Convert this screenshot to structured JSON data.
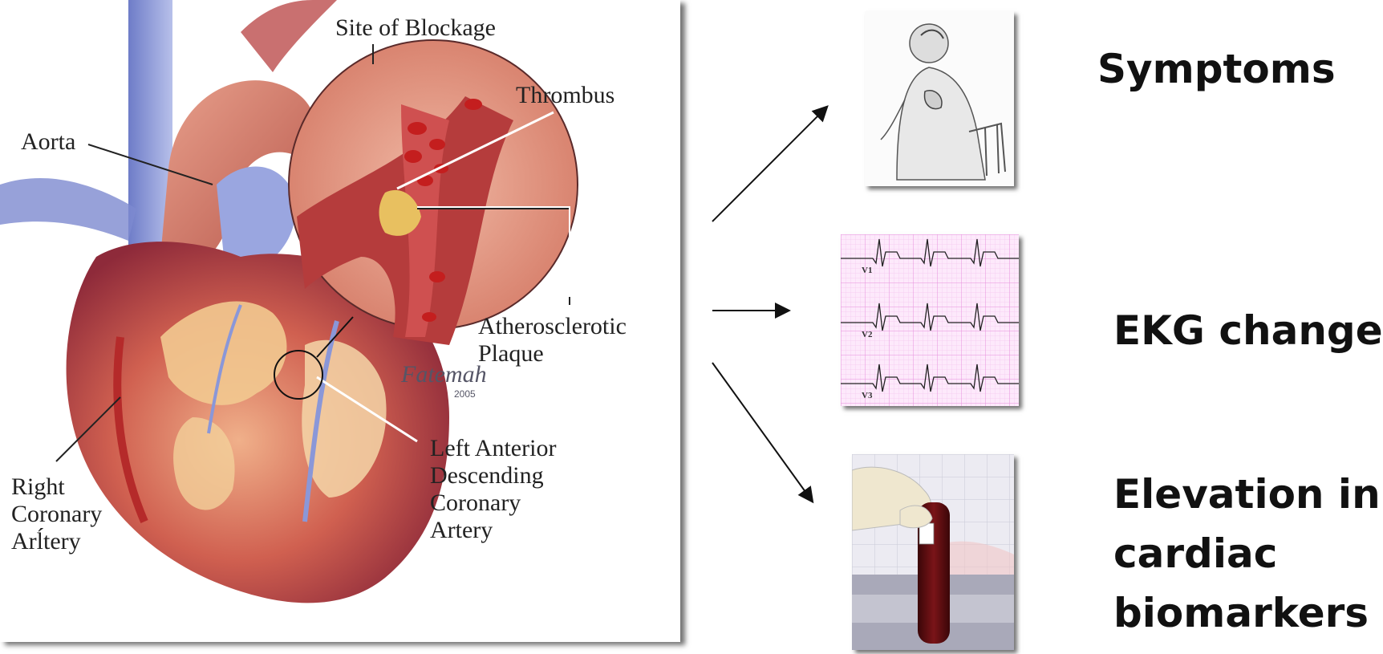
{
  "heart": {
    "labels": {
      "site_of_blockage": "Site of Blockage",
      "thrombus": "Thrombus",
      "aorta": "Aorta",
      "plaque_line1": "Atherosclerotic",
      "plaque_line2": "Plaque",
      "rca_line1": "Right",
      "rca_line2": "Coronary",
      "rca_line3": "Arĺtery",
      "lad_line1": "Left Anterior",
      "lad_line2": "Descending",
      "lad_line3": "Coronary",
      "lad_line4": "Artery"
    },
    "signature": "Fatemah",
    "signature_year": "2005",
    "colors": {
      "heart_base": "#c94848",
      "fat": "#f2c990",
      "vessel_blue": "#8f9ed6",
      "lumen": "#b33535",
      "blood_cell": "#c41e1e",
      "magnify_bg": "#e9a48f"
    }
  },
  "outcomes": {
    "symptoms": "Symptoms",
    "ekg": "EKG change",
    "biomarkers_line1": "Elevation in",
    "biomarkers_line2": "cardiac",
    "biomarkers_line3": "biomarkers"
  },
  "ekg": {
    "leads": [
      "V1",
      "V2",
      "V3"
    ],
    "grid_color": "#f3c7ef"
  },
  "icons": [
    "chest-pain-patient-icon",
    "ekg-strip-icon",
    "blood-sample-tube-icon"
  ]
}
